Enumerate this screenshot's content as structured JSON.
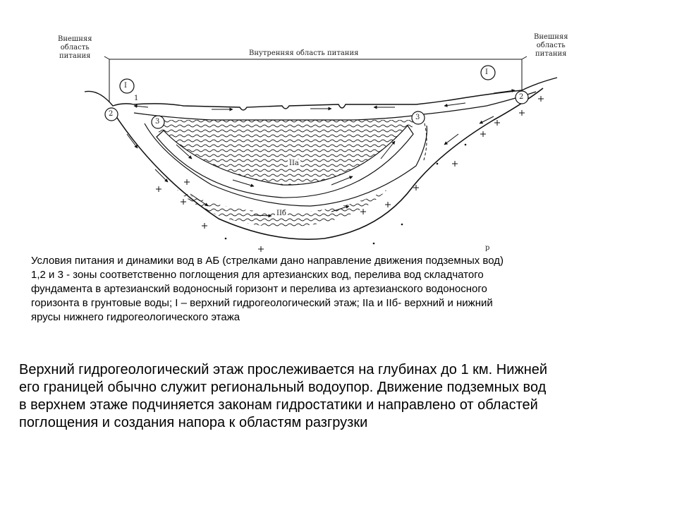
{
  "diagram": {
    "outer_left": [
      "Внешняя",
      "область",
      "питания"
    ],
    "outer_right": [
      "Внешняя",
      "область",
      "питания"
    ],
    "inner": "Внутренняя область питания",
    "zone_I": "I",
    "zone_1": "1",
    "zone_2": "2",
    "zone_3": "3",
    "layer_IIa": "IIа",
    "layer_IIb": "IIб",
    "plus": "+",
    "stray_mark": "р"
  },
  "caption": [
    "Условия питания и динамики вод в АБ (стрелками дано направление движения подземных вод)",
    "1,2 и 3 - зоны соответственно поглощения для артезианских вод, перелива вод складчатого",
    "фундамента в артезианский водоносный горизонт и перелива из артезианского водоносного",
    "горизонта в грунтовые воды; I – верхний гидрогеологический этаж; IIа и IIб- верхний и нижний",
    "ярусы нижнего гидрогеологического этажа"
  ],
  "body": [
    "Верхний гидрогеологический этаж прослеживается на глубинах до 1 км. Нижней",
    "его границей обычно служит региональный водоупор. Движение подземных вод",
    "в верхнем этаже подчиняется законам гидростатики и направлено от областей",
    "поглощения и создания напора к областям разгрузки"
  ]
}
